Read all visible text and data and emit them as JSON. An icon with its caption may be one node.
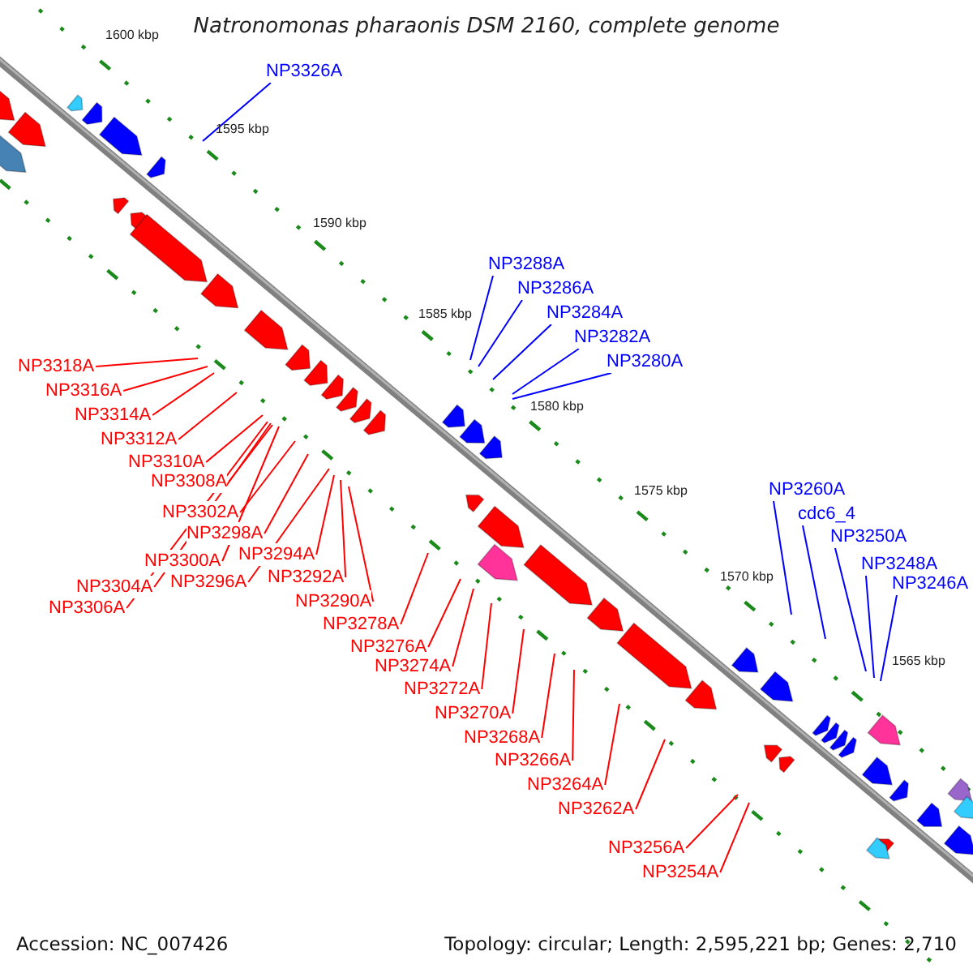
{
  "diagram": {
    "title": "Natronomonas pharaonis DSM 2160, complete genome",
    "nodes": [
      {
        "text": [
          "NP3326A"
        ]
      },
      {
        "text": [
          "NP3288A"
        ]
      },
      {
        "text": [
          "NP3286A"
        ]
      },
      {
        "text": [
          "NP3284A"
        ]
      },
      {
        "text": [
          "NP3282A"
        ]
      },
      {
        "text": [
          "NP3318A"
        ]
      },
      {
        "text": [
          "NP3280A"
        ]
      },
      {
        "text": [
          "NP3316A"
        ]
      },
      {
        "text": [
          "NP3314A"
        ]
      },
      {
        "text": [
          "NP3312A"
        ]
      },
      {
        "text": [
          "NP3310A"
        ]
      },
      {
        "text": [
          "NP3308A"
        ]
      },
      {
        "text": [
          "NP3260A"
        ]
      },
      {
        "text": [
          "NP3302A"
        ]
      },
      {
        "text": [
          "cdc6_4"
        ]
      },
      {
        "text": [
          "NP3298A"
        ]
      },
      {
        "text": [
          "NP3250A"
        ]
      },
      {
        "text": [
          "NP3294A"
        ]
      },
      {
        "text": [
          "NP3300A"
        ]
      },
      {
        "text": [
          "NP3248A"
        ]
      },
      {
        "text": [
          "NP3292A"
        ]
      },
      {
        "text": [
          "NP3296A"
        ]
      },
      {
        "text": [
          "NP3246A"
        ]
      },
      {
        "text": [
          "NP3304A"
        ]
      },
      {
        "text": [
          "NP3290A"
        ]
      },
      {
        "text": [
          "NP3306A"
        ]
      },
      {
        "text": [
          "NP3278A"
        ]
      },
      {
        "text": [
          "NP3276A"
        ]
      },
      {
        "text": [
          "NP3274A"
        ]
      },
      {
        "text": [
          "NP3272A"
        ]
      },
      {
        "text": [
          "NP3270A"
        ]
      },
      {
        "text": [
          "NP3268A"
        ]
      },
      {
        "text": [
          "NP3266A"
        ]
      },
      {
        "text": [
          "NP3264A"
        ]
      },
      {
        "text": [
          "NP3262A"
        ]
      },
      {
        "text": [
          "NP3256A"
        ]
      },
      {
        "text": [
          "NP3254A"
        ]
      }
    ],
    "edges": [
      {
        "from": 0,
        "to": null,
        "arrow": "none",
        "color": "#0000ff"
      },
      {
        "from": 1,
        "to": null,
        "arrow": "none",
        "color": "#0000ff"
      },
      {
        "from": 2,
        "to": null,
        "arrow": "none",
        "color": "#0000ff"
      },
      {
        "from": 3,
        "to": null,
        "arrow": "none",
        "color": "#0000ff"
      },
      {
        "from": 4,
        "to": null,
        "arrow": "none",
        "color": "#0000ff"
      },
      {
        "from": 5,
        "to": null,
        "arrow": "none"
      },
      {
        "from": 6,
        "to": null,
        "arrow": "none",
        "color": "#0000ff"
      },
      {
        "from": 7,
        "to": null,
        "arrow": "none"
      },
      {
        "from": 8,
        "to": null,
        "arrow": "none"
      },
      {
        "from": 9,
        "to": null,
        "arrow": "none"
      },
      {
        "from": 10,
        "to": null,
        "arrow": "none"
      },
      {
        "from": 11,
        "to": null,
        "arrow": "none"
      },
      {
        "from": 12,
        "to": null,
        "arrow": "none",
        "color": "#0000ff"
      },
      {
        "from": 13,
        "to": null,
        "arrow": "none"
      },
      {
        "from": 14,
        "to": null,
        "arrow": "none",
        "color": "#0000ff"
      },
      {
        "from": 15,
        "to": null,
        "arrow": "none"
      },
      {
        "from": 16,
        "to": null,
        "arrow": "none",
        "color": "#0000ff"
      },
      {
        "from": 17,
        "to": null,
        "arrow": "none"
      },
      {
        "from": 18,
        "to": null,
        "arrow": "none"
      },
      {
        "from": 19,
        "to": null,
        "arrow": "none",
        "color": "#0000ff"
      },
      {
        "from": 20,
        "to": null,
        "arrow": "none"
      },
      {
        "from": 21,
        "to": null,
        "arrow": "none"
      },
      {
        "from": 22,
        "to": null,
        "arrow": "none",
        "color": "#0000ff"
      },
      {
        "from": 23,
        "to": null,
        "arrow": "none"
      },
      {
        "from": 24,
        "to": null,
        "arrow": "none"
      },
      {
        "from": 25,
        "to": null,
        "arrow": "none"
      },
      {
        "from": 26,
        "to": null,
        "arrow": "none"
      },
      {
        "from": 27,
        "to": null,
        "arrow": "none"
      },
      {
        "from": 28,
        "to": null,
        "arrow": "none"
      },
      {
        "from": 29,
        "to": null,
        "arrow": "none"
      },
      {
        "from": 30,
        "to": null,
        "arrow": "none"
      },
      {
        "from": 31,
        "to": null,
        "arrow": "none"
      },
      {
        "from": 32,
        "to": null,
        "arrow": "none"
      },
      {
        "from": 33,
        "to": null,
        "arrow": "none"
      },
      {
        "from": 34,
        "to": null,
        "arrow": "none"
      },
      {
        "from": 35,
        "to": null,
        "arrow": "none"
      },
      {
        "from": 36,
        "to": null,
        "arrow": "none"
      }
    ],
    "labels": [
      "1600 kbp",
      "1595 kbp",
      "1590 kbp",
      "1585 kbp",
      "1580 kbp",
      "1575 kbp",
      "1570 kbp",
      "1565 kbp",
      "Accession: NC_007426",
      "Topology: circular; Length: 2,595,221 bp; Genes: 2,710"
    ]
  }
}
